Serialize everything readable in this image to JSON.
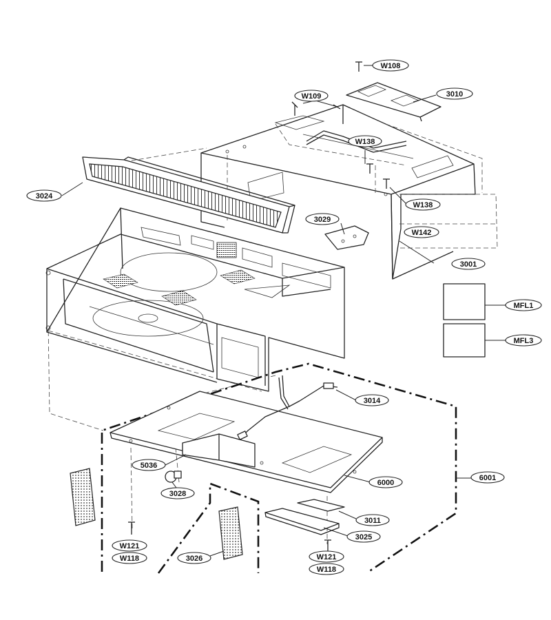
{
  "parts": {
    "w108": "W108",
    "p3010": "3010",
    "w109": "W109",
    "w138_top": "W138",
    "w138_side": "W138",
    "w142": "W142",
    "p3001": "3001",
    "p3024": "3024",
    "p3029": "3029",
    "mfl1": "MFL1",
    "mfl3": "MFL3",
    "p3014": "3014",
    "p5036": "5036",
    "p3028": "3028",
    "p6000": "6000",
    "p6001": "6001",
    "p3011": "3011",
    "p3025": "3025",
    "w121_left": "W121",
    "w118_left": "W118",
    "p3026": "3026",
    "w121_right": "W121",
    "w118_right": "W118"
  }
}
